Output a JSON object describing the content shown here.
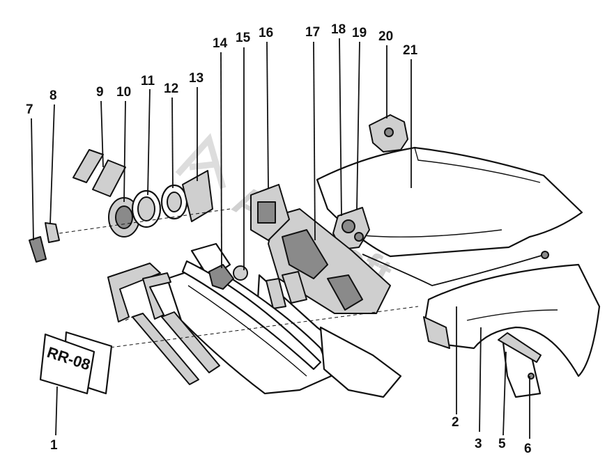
{
  "diagram": {
    "plate_text": "RR-08",
    "watermark_text": "Autosoft",
    "callouts": [
      "1",
      "2",
      "3",
      "5",
      "6",
      "7",
      "8",
      "9",
      "10",
      "11",
      "12",
      "13",
      "14",
      "15",
      "16",
      "17",
      "18",
      "19",
      "20",
      "21"
    ]
  }
}
